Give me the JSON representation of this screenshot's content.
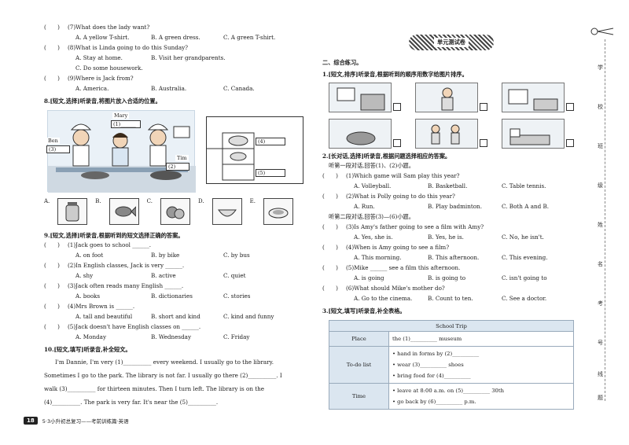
{
  "left": {
    "q7": {
      "paren": "(　　)",
      "stem": "(7)What does the lady want?",
      "opts": [
        "A. A yellow T-shirt.",
        "B. A green dress.",
        "C. A green T-shirt."
      ]
    },
    "q8": {
      "paren": "(　　)",
      "stem": "(8)What is Linda going to do this Sunday?",
      "opts": [
        "A. Stay at home.",
        "B. Visit her grandparents."
      ],
      "opt_c": "C. Do some housework."
    },
    "q9": {
      "paren": "(　　)",
      "stem": "(9)Where is Jack from?",
      "opts": [
        "A. America.",
        "B. Australia.",
        "C. Canada."
      ]
    },
    "sec8": {
      "num": "8.",
      "tag": "[短文,选择]",
      "text": "听录音,将图片放入合适的位置。"
    },
    "scene": {
      "mary": "Mary",
      "mary_blank": "(1)______",
      "ben": "Ben",
      "ben_blank": "(3)",
      "tim": "Tim",
      "tim_blank": "(2)",
      "box4": "(4)",
      "box5": "(5)"
    },
    "pic_opts": [
      "A.",
      "B.",
      "C.",
      "D.",
      "E."
    ],
    "sec9": {
      "num": "9.",
      "tag": "[短文,选择]",
      "text": "听录音,根据听到的短文选择正确的答案。"
    },
    "s9": [
      {
        "paren": "(　　)",
        "stem": "(1)Jack goes to school ______.",
        "opts": [
          "A. on foot",
          "B. by bike",
          "C. by bus"
        ]
      },
      {
        "paren": "(　　)",
        "stem": "(2)In English classes, Jack is very ______.",
        "opts": [
          "A. shy",
          "B. active",
          "C. quiet"
        ]
      },
      {
        "paren": "(　　)",
        "stem": "(3)Jack often reads many English ______.",
        "opts": [
          "A. books",
          "B. dictionaries",
          "C. stories"
        ]
      },
      {
        "paren": "(　　)",
        "stem": "(4)Mrs Brown is ______.",
        "opts": [
          "A. tall and beautiful",
          "B. short and kind",
          "C. kind and funny"
        ]
      },
      {
        "paren": "(　　)",
        "stem": "(5)Jack doesn't have English classes on ______.",
        "opts": [
          "A. Monday",
          "B. Wednesday",
          "C. Friday"
        ]
      }
    ],
    "sec10": {
      "num": "10.",
      "tag": "[短文,填写]",
      "text": "听录音,补全短文。"
    },
    "cloze": [
      "I'm Dannie, I'm very (1)__________ every weekend. I usually go to the library.",
      "Sometimes I go to the park. The library is not far. I usually go there (2)__________. I",
      "walk (3)__________ for thirteen minutes. Then I turn left. The library is on the",
      "(4)__________. The park is very far. It's near the (5)__________."
    ]
  },
  "footer": {
    "page": "18",
    "brand": "5·3小升初总复习——考前训练篇·英语"
  },
  "right": {
    "banner": "单元测试卷",
    "part2": "二、综合练习。",
    "sec1": {
      "num": "1.",
      "tag": "[短文,排序]",
      "text": "听录音,根据听到的顺序用数字给图片排序。"
    },
    "sec2": {
      "num": "2.",
      "tag": "[长对话,选择]",
      "text": "听录音,根据问题选择相应的答案。"
    },
    "first_listen": "听第一段对话,回答(1)、(2)小题。",
    "second_listen": "听第二段对话,回答(3)—(6)小题。",
    "s2a": [
      {
        "paren": "(　　)",
        "stem": "(1)Which game will Sam play this year?",
        "opts": [
          "A. Volleyball.",
          "B. Basketball.",
          "C. Table tennis."
        ]
      },
      {
        "paren": "(　　)",
        "stem": "(2)What is Polly going to do this year?",
        "opts": [
          "A. Run.",
          "B. Play badminton.",
          "C. Both A and B."
        ]
      }
    ],
    "s2b": [
      {
        "paren": "(　　)",
        "stem": "(3)Is Amy's father going to see a film with Amy?",
        "opts": [
          "A. Yes, she is.",
          "B. Yes, he is.",
          "C. No, he isn't."
        ]
      },
      {
        "paren": "(　　)",
        "stem": "(4)When is Amy going to see a film?",
        "opts": [
          "A. This morning.",
          "B. This afternoon.",
          "C. This evening."
        ]
      },
      {
        "paren": "(　　)",
        "stem": "(5)Mike ______ see a film this afternoon.",
        "opts": [
          "A. is going",
          "B. is going to",
          "C. isn't going to"
        ]
      },
      {
        "paren": "(　　)",
        "stem": "(6)What should Mike's mother do?",
        "opts": [
          "A. Go to the cinema.",
          "B. Count to ten.",
          "C. See a doctor."
        ]
      }
    ],
    "sec3": {
      "num": "3.",
      "tag": "[短文,填写]",
      "text": "听录音,补全表格。"
    },
    "table": {
      "title": "School Trip",
      "place_k": "Place",
      "place_v": "the (1)__________ museum",
      "todo_k": "To-do list",
      "todo_v": [
        "• hand in forms by (2)__________",
        "• wear (3)__________ shoes",
        "• bring food for (4)__________"
      ],
      "time_k": "Time",
      "time_v": [
        "• leave at 8:00 a.m. on (5)__________ 30th",
        "• go back by (6)__________ p.m."
      ]
    }
  },
  "side": [
    "学",
    "校",
    "班",
    "级",
    "姓",
    "名",
    "考",
    "号",
    "线",
    "题"
  ]
}
